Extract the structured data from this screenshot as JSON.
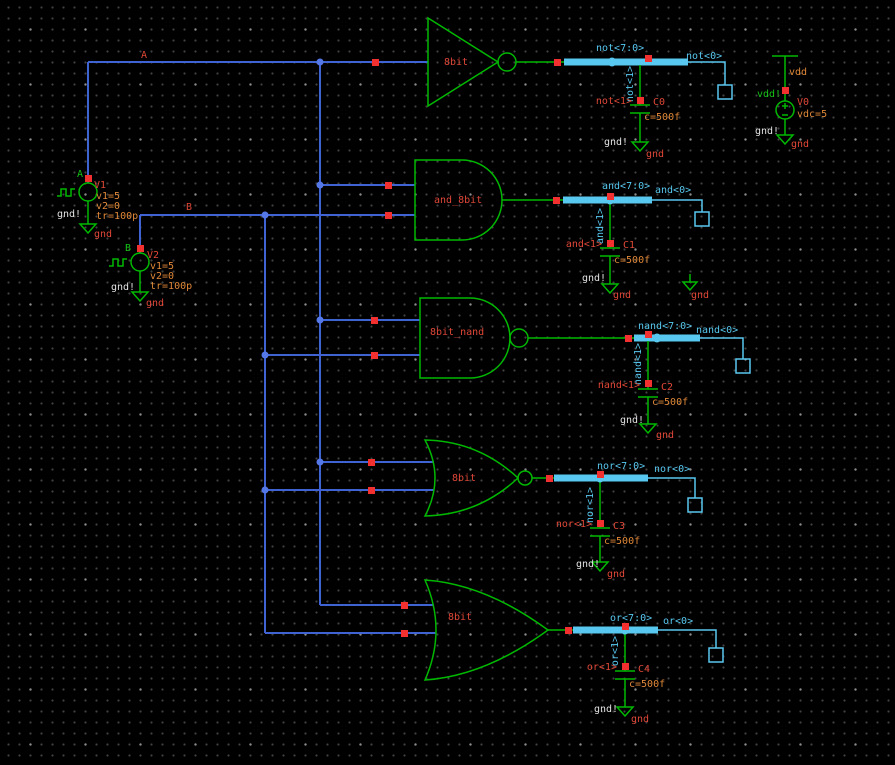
{
  "colors": {
    "background": "#000000",
    "wire_blue": "#3f63d2",
    "component_green": "#00b800",
    "bus_cyan": "#58c8f0",
    "label_red": "#e04838",
    "param_orange": "#e08838",
    "net_white": "#e2e2e2",
    "connection_red": "#f23030"
  },
  "nets": {
    "a": "A",
    "b": "B"
  },
  "sources": {
    "v1": {
      "net": "A",
      "name": "V1",
      "params": [
        "v1=5",
        "v2=0",
        "tr=100p"
      ],
      "gnd_net": "gnd!",
      "gnd_name": "gnd"
    },
    "v2": {
      "net": "B",
      "name": "V2",
      "params": [
        "v1=5",
        "v2=0",
        "tr=100p"
      ],
      "gnd_net": "gnd!",
      "gnd_name": "gnd"
    },
    "v0": {
      "rail": "vdd",
      "net": "vdd!",
      "name": "V0",
      "params": [
        "vdc=5"
      ],
      "gnd_net": "gnd!",
      "gnd_name": "gnd"
    }
  },
  "rows": [
    {
      "gate": "not",
      "gate_label": "8bit",
      "bus_label": "not<7:0>",
      "pin_label": "not<0>",
      "tap_label": "not<1>",
      "tap_name": "not<1>",
      "cap_name": "C0",
      "cap_value": "c=500f",
      "gnd_net": "gnd!",
      "gnd_name": "gnd"
    },
    {
      "gate": "and",
      "gate_label": "and_8bit",
      "bus_label": "and<7:0>",
      "pin_label": "and<0>",
      "tap_label": "and<1>",
      "tap_name": "and<1>",
      "cap_name": "C1",
      "cap_value": "c=500f",
      "gnd_net": "gnd!",
      "gnd_name": "gnd",
      "gnd2_name": "gnd"
    },
    {
      "gate": "nand",
      "gate_label": "8bit_nand",
      "bus_label": "nand<7:0>",
      "pin_label": "nand<0>",
      "tap_label": "nand<1>",
      "tap_name": "nand<1>",
      "cap_name": "C2",
      "cap_value": "c=500f",
      "gnd_net": "gnd!",
      "gnd_name": "gnd"
    },
    {
      "gate": "nor",
      "gate_label": "8bit",
      "bus_label": "nor<7:0>",
      "pin_label": "nor<0>",
      "tap_label": "nor<1>",
      "tap_name": "nor<1>",
      "cap_name": "C3",
      "cap_value": "c=500f",
      "gnd_net": "gnd!",
      "gnd_name": "gnd"
    },
    {
      "gate": "or",
      "gate_label": "8bit",
      "bus_label": "or<7:0>",
      "pin_label": "or<0>",
      "tap_label": "or<1>",
      "tap_name": "or<1>",
      "cap_name": "C4",
      "cap_value": "c=500f",
      "gnd_net": "gnd!",
      "gnd_name": "gnd"
    }
  ]
}
